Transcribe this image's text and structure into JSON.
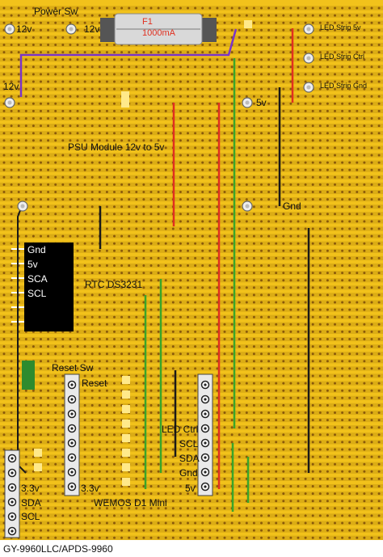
{
  "colors": {
    "board": "#f2c21b",
    "track": "#c99a10",
    "hole": "#8a5a0a",
    "break": "#ffe98a",
    "wire_red": "#e03020",
    "wire_green": "#3aa52a",
    "wire_black": "#1a1a1a",
    "wire_purple": "#7a35c8",
    "module": "#000000",
    "header_green": "#2e8b2e",
    "fuse_glass": "#d9d9d9"
  },
  "labels": {
    "power_sw": "Power Sw",
    "in_12v_left": "12v",
    "in_12v_right": "12v",
    "rail_12v": "12v",
    "rail_5v": "5v",
    "rail_gnd": "Gnd",
    "fuse_name": "F1",
    "fuse_rating": "1000mA",
    "led_5v": "LED Strip 5v",
    "led_ctrl": "LED Strip Ctrl",
    "led_gnd": "LED Strip Gnd",
    "psu_module": "PSU Module 12v to 5v",
    "rtc": "RTC DS3231",
    "rtc_gnd": "Gnd",
    "rtc_5v": "5v",
    "rtc_sca": "SCA",
    "rtc_scl": "SCL",
    "reset_sw": "Reset Sw",
    "reset": "Reset",
    "wemos": "WEMOS D1 Mini",
    "wemos_3v3": "3.3v",
    "wemos_5v": "5v",
    "led_ctrl_pin": "LED Ctrl",
    "scl": "SCL",
    "sda": "SDA",
    "gnd": "Gnd",
    "sensor_3v3": "3.3v",
    "sensor_sda": "SDA",
    "sensor_scl": "SCL",
    "sensor": "GY-9960LLC/APDS-9960"
  }
}
